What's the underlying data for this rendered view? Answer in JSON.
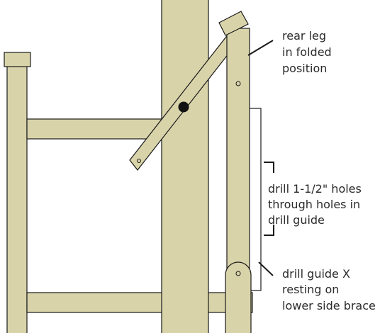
{
  "colors": {
    "wood": "#d9d3aa",
    "outline": "#1a1a1a",
    "bolt": "#111111",
    "guide": "#ffffff"
  },
  "labels": {
    "rear_leg": [
      "rear leg",
      "in folded",
      "position"
    ],
    "drill_holes": [
      "drill 1-1/2\" holes",
      "through holes in",
      "drill guide"
    ],
    "drill_guide": [
      "drill guide X",
      "resting on",
      "lower side brace"
    ]
  }
}
